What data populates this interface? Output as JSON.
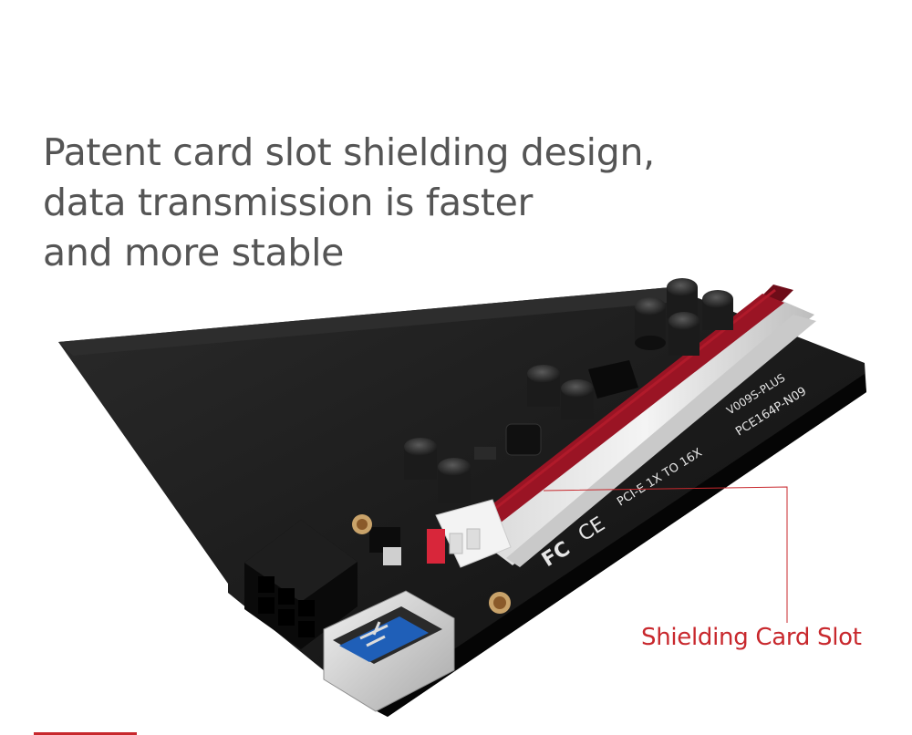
{
  "headline": {
    "line1": "Patent card slot shielding design,",
    "line2": "data transmission is faster",
    "line3": "and more stable"
  },
  "callout": {
    "label": "Shielding Card Slot",
    "color": "#c8282d"
  },
  "board_markings": {
    "model": "PCE164P-N09",
    "version": "V009S-PLUS",
    "adapter": "PCI-E 1X TO 16X",
    "certifications": [
      "CE",
      "FC"
    ]
  },
  "colors": {
    "heading": "#555555",
    "board": "#151515",
    "slot_red": "#8a1020",
    "usb_blue": "#1f5fb8",
    "accent_rule": "#c8282d"
  }
}
